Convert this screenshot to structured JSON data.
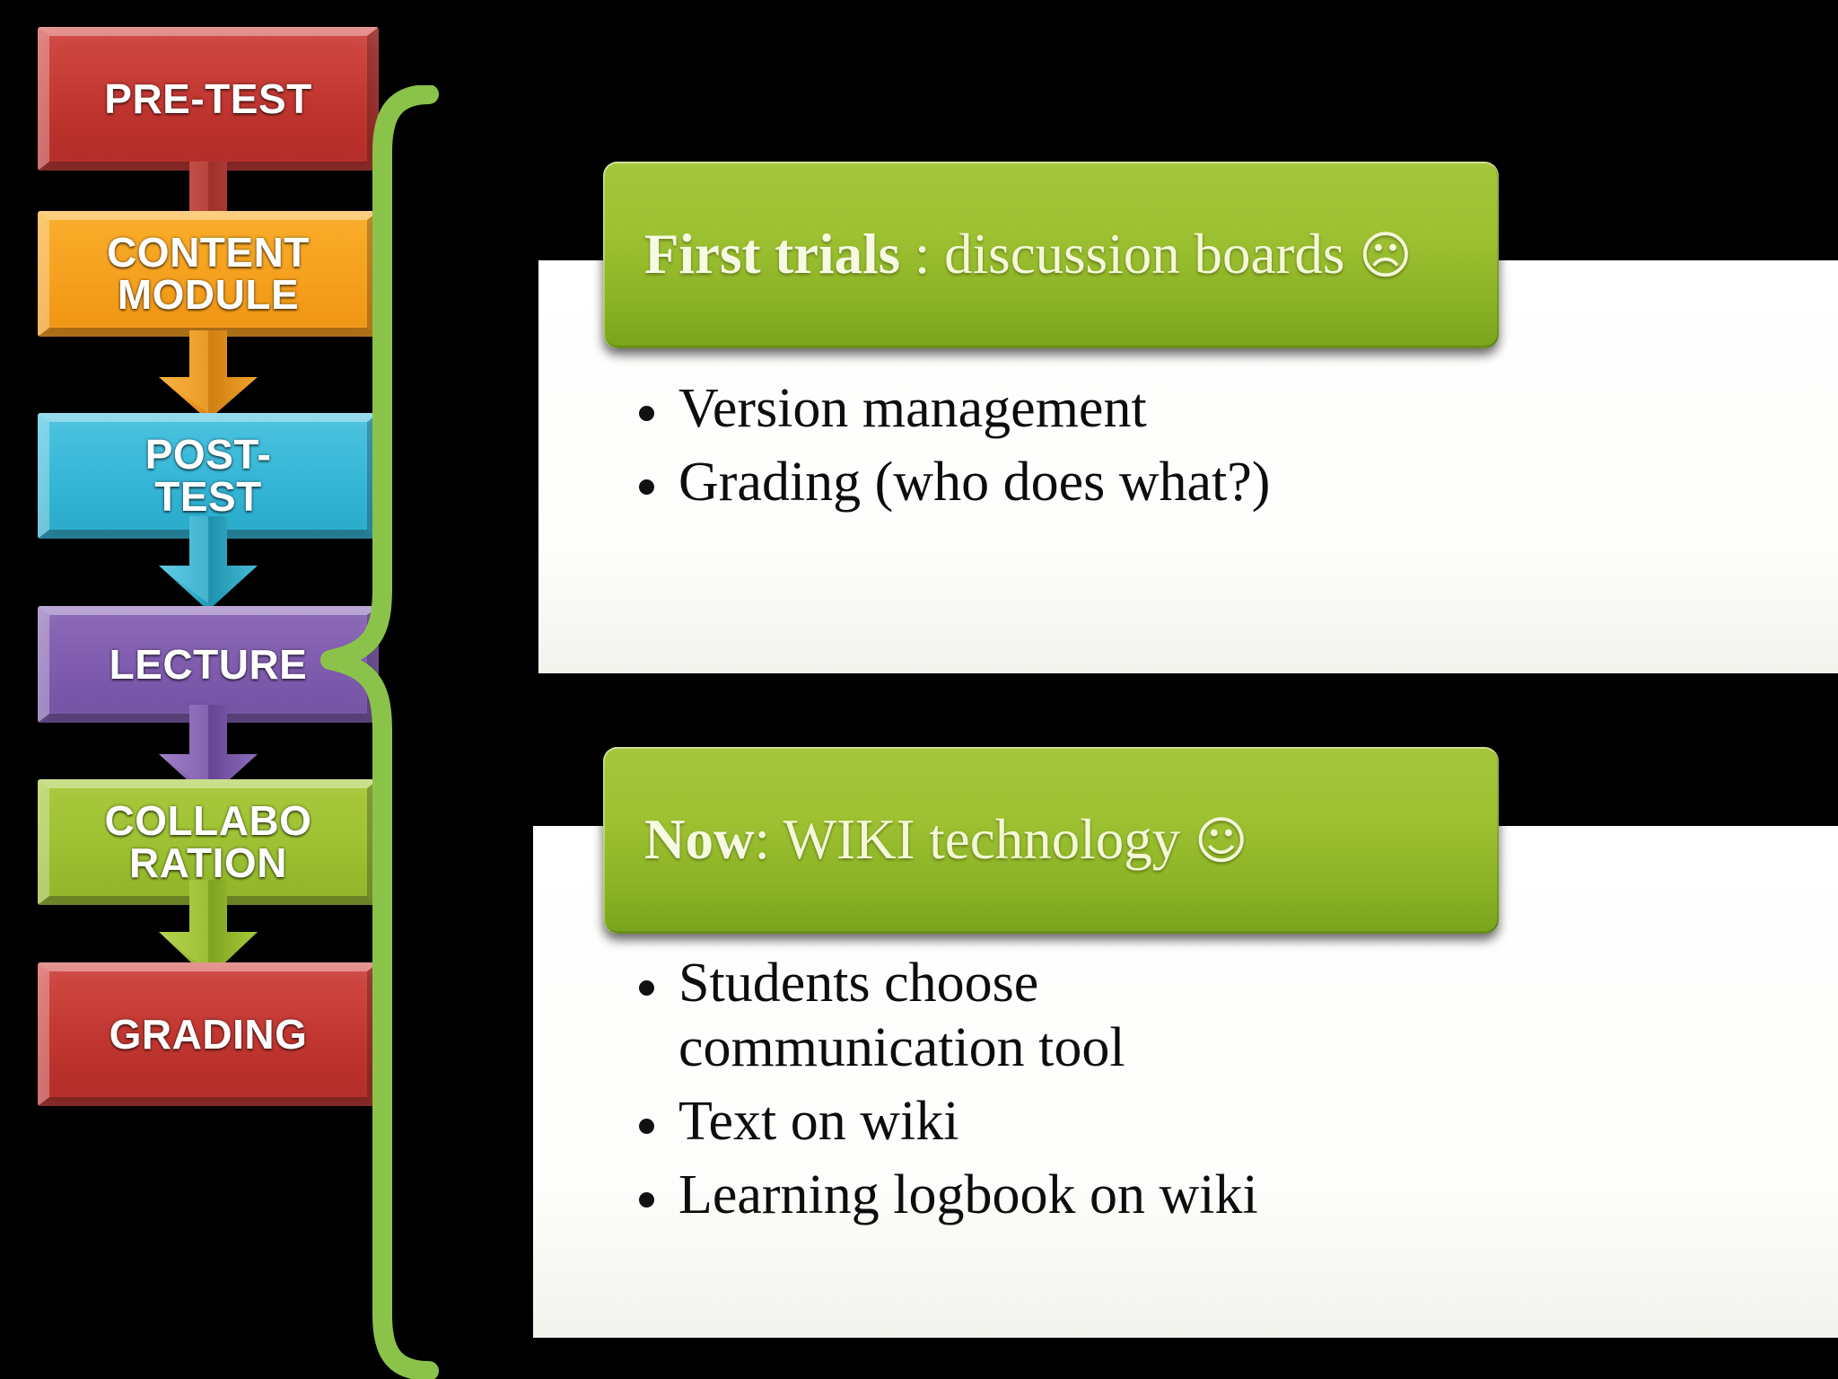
{
  "slide": {
    "background": "#000000",
    "accent_green": "#8CB426",
    "brace_color": "#8BC34A"
  },
  "flow": {
    "name": "course-process-flow",
    "steps": [
      {
        "label": "PRE-TEST",
        "color": "#c0352f",
        "color_name": "red"
      },
      {
        "label": "CONTENT\nMODULE",
        "color": "#f5a01e",
        "color_name": "orange"
      },
      {
        "label": "POST-\nTEST",
        "color": "#35b6d6",
        "color_name": "blue"
      },
      {
        "label": "LECTURE",
        "color": "#7f5bae",
        "color_name": "purple"
      },
      {
        "label": "COLLABO\nRATION",
        "color": "#9dc032",
        "color_name": "green"
      },
      {
        "label": "GRADING",
        "color": "#c0352f",
        "color_name": "red"
      }
    ],
    "arrows": [
      {
        "name": "arrow-pretest-to-content",
        "color": "#b5403a"
      },
      {
        "name": "arrow-content-to-posttest",
        "color": "#e8941a"
      },
      {
        "name": "arrow-posttest-to-lecture",
        "color": "#2fa9c6"
      },
      {
        "name": "arrow-lecture-to-collaboration",
        "color": "#7a56a8"
      },
      {
        "name": "arrow-collaboration-to-grading",
        "color": "#94b82c"
      }
    ]
  },
  "groups": [
    {
      "name": "first-trials",
      "header": {
        "bold": "First trials",
        "rest": " : discussion boards ",
        "emoji": "☹",
        "emoji_name": "sad-face-icon"
      },
      "bullets": [
        "Version  management",
        "Grading (who does what?)"
      ]
    },
    {
      "name": "now-wiki",
      "header": {
        "bold": "Now",
        "rest": ": WIKI technology ",
        "emoji": "☺",
        "emoji_name": "smiley-face-icon"
      },
      "bullets": [
        "Students choose communication tool",
        "Text on wiki",
        "Learning logbook on wiki"
      ]
    }
  ]
}
